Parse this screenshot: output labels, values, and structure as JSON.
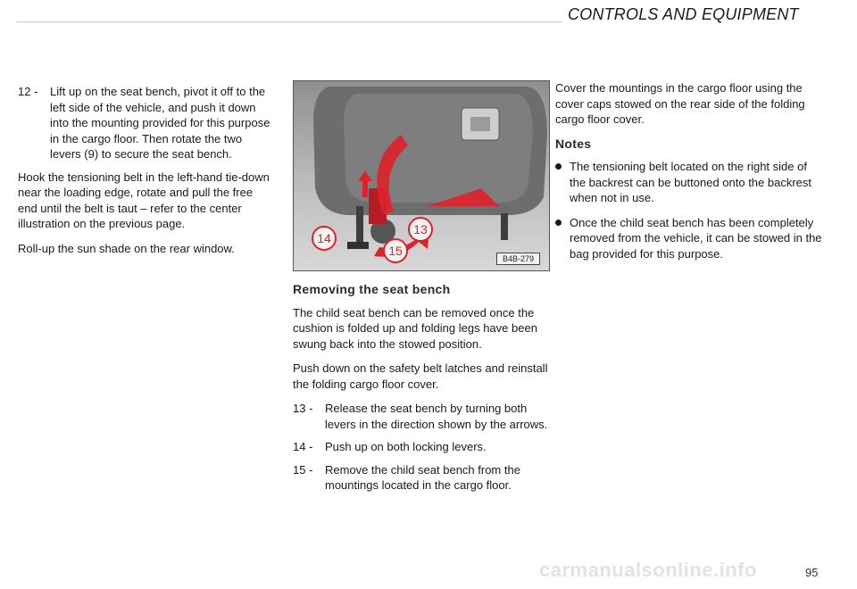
{
  "header": {
    "title": "CONTROLS AND EQUIPMENT"
  },
  "col1": {
    "step12": {
      "num": "12 -",
      "text": "Lift up on the seat bench, pivot it off to the left side of the vehicle, and push it down into the mounting provided for this purpose in the cargo floor. Then rotate the two levers (9) to secure the seat bench."
    },
    "para_hook": "Hook the tensioning belt in the left-hand tie-down near the loading edge, rotate and pull the free end until the belt is taut – refer to the center illustration on the previous page.",
    "para_rollup": "Roll-up the sun shade on the rear window."
  },
  "figure": {
    "code": "B4B-279",
    "callouts": [
      "13",
      "14",
      "15"
    ],
    "colors": {
      "accent": "#e0212b",
      "photo": "#9a9a9a"
    }
  },
  "col2": {
    "heading": "Removing the seat bench",
    "para1": "The child seat bench can be removed once the cushion is folded up and folding legs have been swung back into the stowed position.",
    "para2": "Push down on the safety belt latches and reinstall the folding cargo floor cover.",
    "steps": [
      {
        "num": "13 -",
        "text": "Release the seat bench by turning both levers in the direction shown by the arrows."
      },
      {
        "num": "14 -",
        "text": "Push up on both locking levers."
      },
      {
        "num": "15 -",
        "text": "Remove the child seat bench from the mountings located in the cargo floor."
      }
    ]
  },
  "col3": {
    "para_cover": "Cover the mountings in the cargo floor using the cover caps stowed on the rear side of the folding cargo floor cover.",
    "notes_heading": "Notes",
    "bullets": [
      "The tensioning belt located on the right side of the backrest can be buttoned onto the backrest when not in use.",
      "Once the child seat bench has been completely removed from the vehicle, it can be stowed in the bag provided for this purpose."
    ]
  },
  "footer": {
    "page_number": "95",
    "watermark": "carmanualsonline.info"
  }
}
